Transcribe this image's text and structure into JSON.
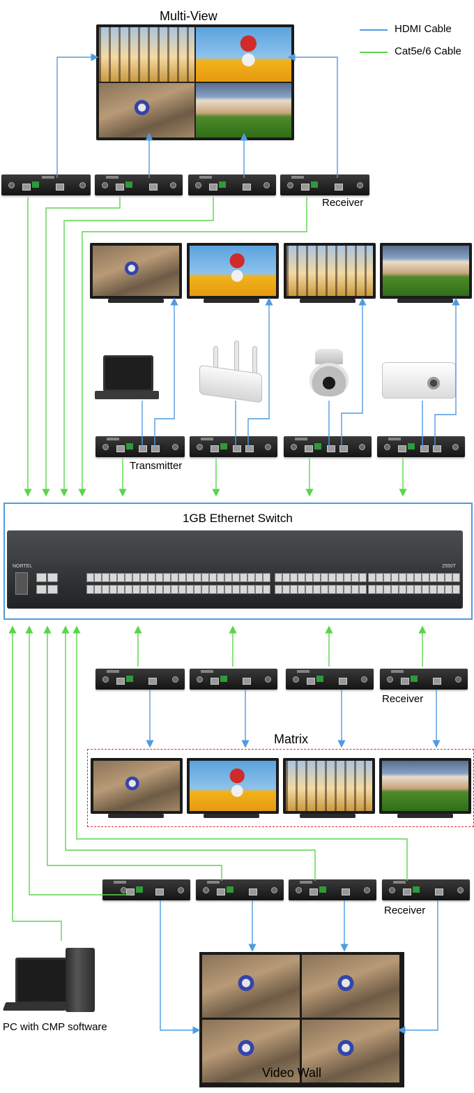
{
  "labels": {
    "multiview": "Multi-View",
    "receiver_top": "Receiver",
    "transmitter": "Transmitter",
    "switch": "1GB Ethernet Switch",
    "receiver_mid": "Receiver",
    "matrix": "Matrix",
    "receiver_bottom": "Receiver",
    "pc": "PC with CMP software",
    "videowall": "Video Wall"
  },
  "legend": {
    "hdmi": "HDMI Cable",
    "cat": "Cat5e/6 Cable"
  },
  "colors": {
    "hdmi_cable": "#4f9be0",
    "cat_cable": "#58d64a",
    "switch_frame": "#4f9be0",
    "matrix_frame": "#d9262c"
  },
  "switch_panel": {
    "brand": "NORTEL",
    "model": "2550T"
  }
}
